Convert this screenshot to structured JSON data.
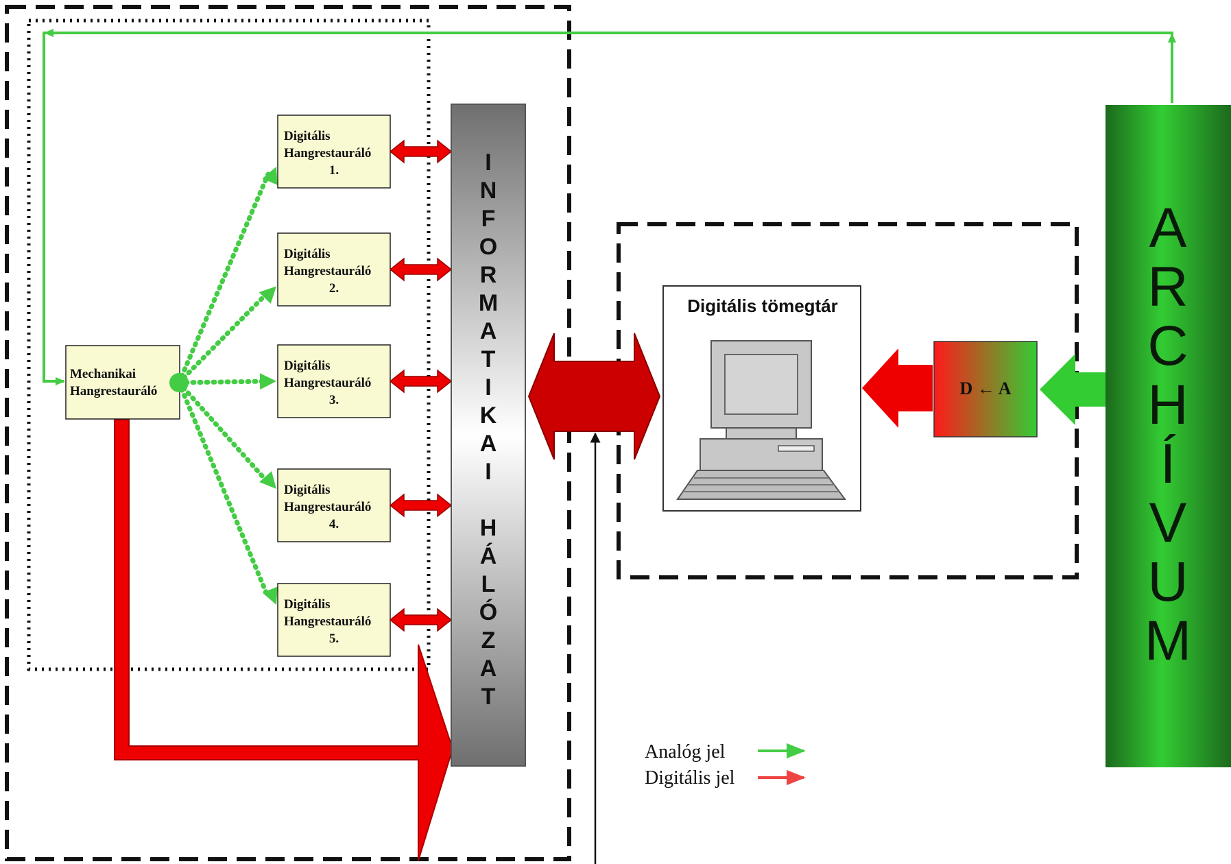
{
  "mechanical": {
    "lines": [
      "Mechanikai",
      "Hangrestauráló"
    ]
  },
  "digital_units": [
    {
      "lines": [
        "Digitális",
        "Hangrestauráló",
        "1."
      ]
    },
    {
      "lines": [
        "Digitális",
        "Hangrestauráló",
        "2."
      ]
    },
    {
      "lines": [
        "Digitális",
        "Hangrestauráló",
        "3."
      ]
    },
    {
      "lines": [
        "Digitális",
        "Hangrestauráló",
        "4."
      ]
    },
    {
      "lines": [
        "Digitális",
        "Hangrestauráló",
        "5."
      ]
    }
  ],
  "network": {
    "words": [
      "INFORMATIKAI",
      "HÁLÓZAT"
    ]
  },
  "storage": {
    "title": "Digitális tömegtár"
  },
  "converter": {
    "label": "D ← A"
  },
  "archive": {
    "label": "ARCHÍVUM"
  },
  "legend": [
    {
      "label": "Analóg jel",
      "color": "#33bb33"
    },
    {
      "label": "Digitális jel",
      "color": "#ee3333"
    }
  ],
  "colors": {
    "analog": "#44cc44",
    "digital": "#ee0000",
    "box_fill": "#fafad2",
    "archive_dark": "#1e6e1e",
    "archive_light": "#33cc33"
  }
}
